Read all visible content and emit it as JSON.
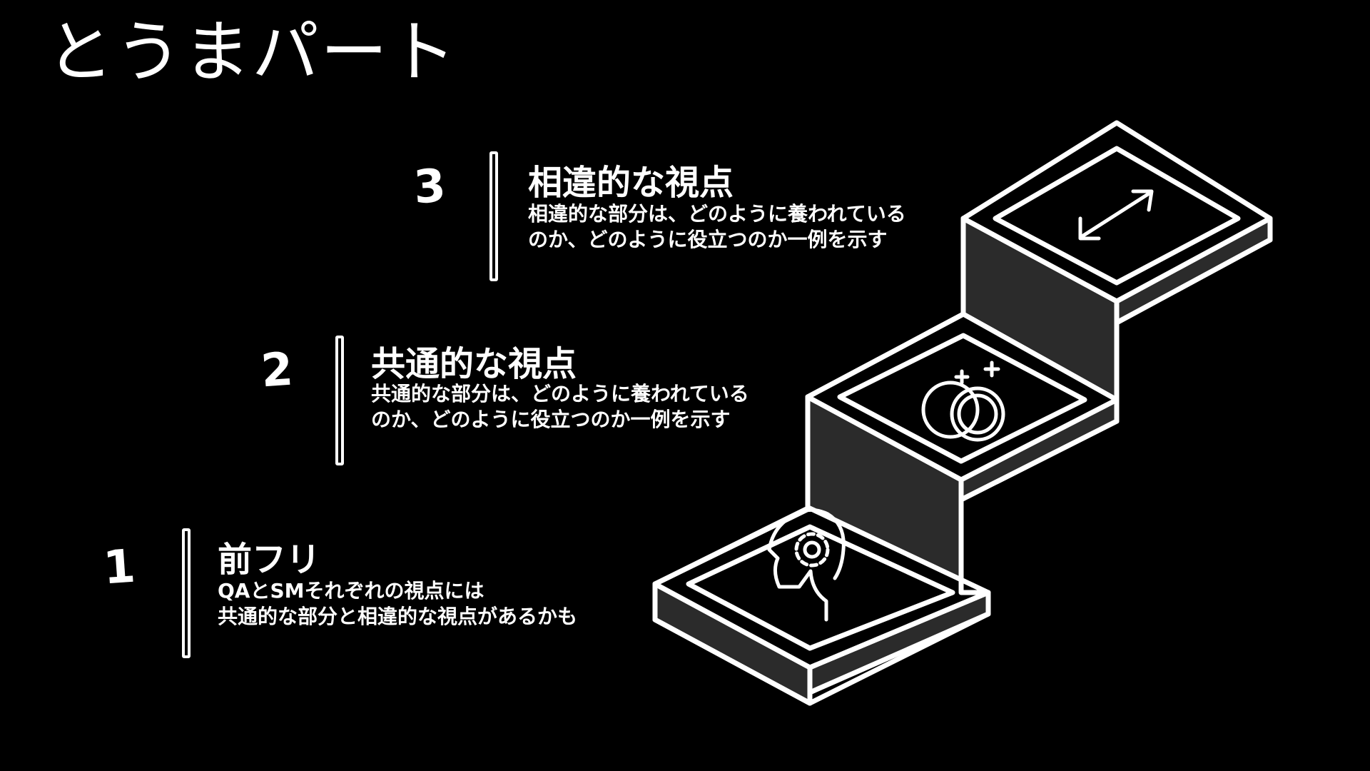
{
  "title": "とうまパート",
  "steps": [
    {
      "number": "1",
      "heading": "前フリ",
      "desc_line1": "QAとSMそれぞれの視点には",
      "desc_line2": "共通的な部分と相違的な視点があるかも",
      "icon": "head-gear-icon"
    },
    {
      "number": "2",
      "heading": "共通的な視点",
      "desc": "共通的な部分は、どのように養われているのか、どのように役立つのか一例を示す",
      "icon": "overlapping-circles-sparkle-icon"
    },
    {
      "number": "3",
      "heading": "相違的な視点",
      "desc": "相違的な部分は、どのように養われているのか、どのように役立つのか一例を示す",
      "icon": "diverging-arrows-icon"
    }
  ],
  "colors": {
    "background": "#000000",
    "foreground": "#ffffff",
    "riser": "#2b2b2b"
  }
}
